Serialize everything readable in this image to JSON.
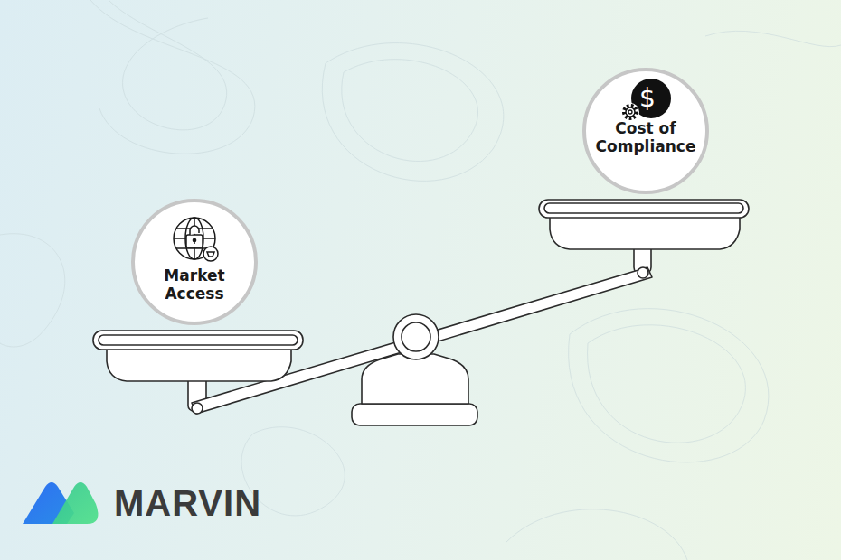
{
  "diagram": {
    "nodes": [
      {
        "text": [
          "Market Access"
        ]
      },
      {
        "text": [
          "Cost of Compliance"
        ]
      }
    ],
    "labels": [
      "$",
      "MARVIN"
    ]
  }
}
